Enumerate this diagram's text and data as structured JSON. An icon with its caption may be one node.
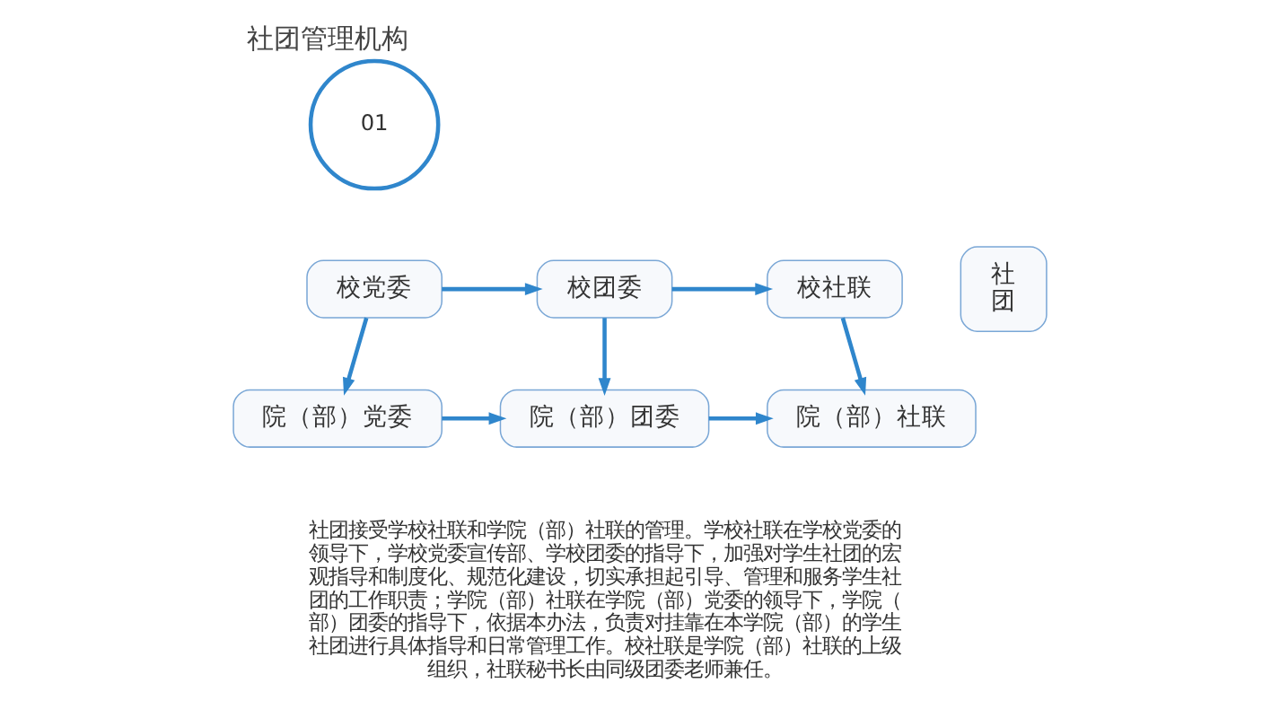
{
  "diagram": {
    "title": "社团管理机构",
    "nodes": [
      {
        "text": [
          "校党委"
        ]
      },
      {
        "text": [
          "校团委"
        ]
      },
      {
        "text": [
          "校社联"
        ]
      },
      {
        "text": [
          "社团"
        ]
      },
      {
        "text": [
          "院（部）党委"
        ]
      },
      {
        "text": [
          "院（部）团委"
        ]
      },
      {
        "text": [
          "院（部）社联"
        ]
      }
    ],
    "edges": [
      {
        "from": 0,
        "to": 1,
        "arrow": "to"
      },
      {
        "from": 1,
        "to": 2,
        "arrow": "to"
      },
      {
        "from": 0,
        "to": 4,
        "arrow": "to"
      },
      {
        "from": 1,
        "to": 5,
        "arrow": "to"
      },
      {
        "from": 2,
        "to": 6,
        "arrow": "to"
      },
      {
        "from": 4,
        "to": 5,
        "arrow": "to"
      },
      {
        "from": 5,
        "to": 6,
        "arrow": "to"
      }
    ],
    "labels": [
      "01",
      "社团接受学校社联和学院（部）社联的管理。学校社联在学校党委的领导下，学校党委宣传部、学校团委的指导下，加强对学生社团的宏观指导和制度化、规范化建设，切实承担起引导、管理和服务学生社团的工作职责；学院（部）社联在学院（部）党委的领导下，学院（部）团委的指导下，依据本办法，负责对挂靠在本学院（部）的学生社团进行具体指导和日常管理工作。校社联是学院（部）社联的上级组织，社联秘书长由同级团委老师兼任。"
    ]
  }
}
